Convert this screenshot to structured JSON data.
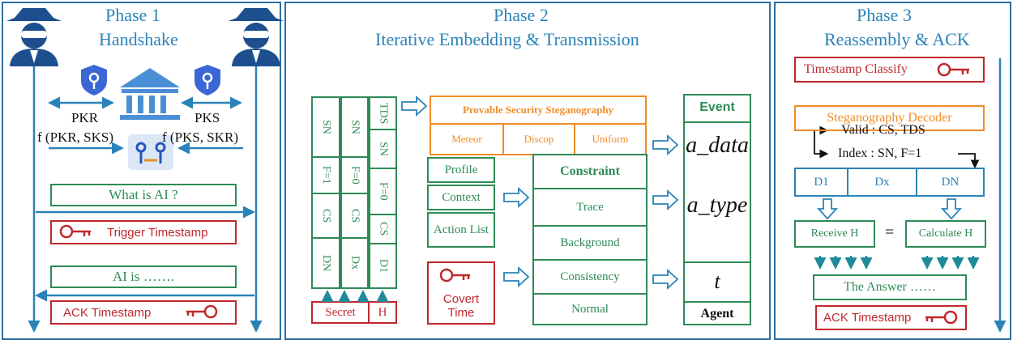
{
  "phase1": {
    "title": "Phase 1",
    "subtitle": "Handshake",
    "pk_r": "PKR",
    "pk_s": "PKS",
    "f_left": "f (PKR, SKS)",
    "f_right": "f (PKS, SKR)",
    "question": "What is AI ?",
    "trigger": "Trigger Timestamp",
    "answer": "AI is …….",
    "ack": "ACK Timestamp"
  },
  "phase2": {
    "title": "Phase 2",
    "subtitle": "Iterative Embedding & Transmission",
    "packet_columns": [
      [
        "SN",
        "F=1",
        "CS",
        "DN"
      ],
      [
        "SN",
        "F=0",
        "CS",
        "Dx"
      ],
      [
        "TDS",
        "SN",
        "F=0",
        "CS",
        "D1"
      ]
    ],
    "secret": "Secret",
    "hash": "H",
    "pss_title": "Provable Security Steganography",
    "pss_items": [
      "Meteor",
      "Discop",
      "Uniform"
    ],
    "inputs": [
      "Profile",
      "Context",
      "Action List"
    ],
    "covert_time": "Covert Time",
    "constraint_title": "Constraint",
    "constraints": [
      "Trace",
      "Background",
      "Consistency",
      "Normal"
    ],
    "event_title": "Event",
    "event_items": [
      "a_data",
      "a_type",
      "t"
    ],
    "agent_label": "Agent"
  },
  "phase3": {
    "title": "Phase 3",
    "subtitle": "Reassembly & ACK",
    "classify": "Timestamp Classify",
    "decoder": "Steganography Decoder",
    "valid": "Valid : CS, TDS",
    "index": "Index : SN,  F=1",
    "d_cells": [
      "D1",
      "Dx",
      "DN"
    ],
    "receive": "Receive H",
    "equals": "=",
    "calculate": "Calculate H",
    "answer": "The Answer ……",
    "ack": "ACK Timestamp"
  }
}
